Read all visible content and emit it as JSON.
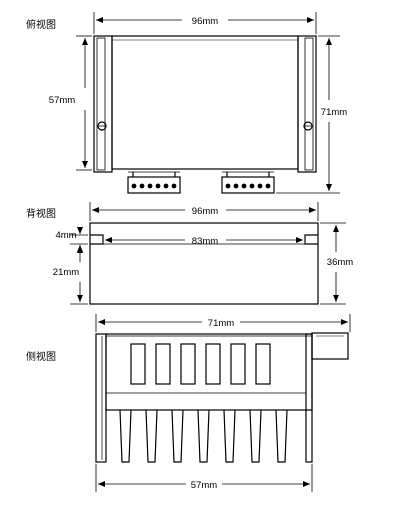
{
  "views": {
    "top": {
      "title": "俯视图"
    },
    "back": {
      "title": "背视图"
    },
    "side": {
      "title": "侧视图"
    }
  },
  "dimensions": {
    "top_width": "96mm",
    "top_height": "57mm",
    "top_overall_height": "71mm",
    "back_width": "96mm",
    "back_inner_width": "83mm",
    "back_slot_height": "4mm",
    "back_lower_height": "21mm",
    "back_height": "36mm",
    "side_overall_width": "71mm",
    "side_width": "57mm"
  },
  "colors": {
    "line": "#000000",
    "background": "#ffffff"
  }
}
